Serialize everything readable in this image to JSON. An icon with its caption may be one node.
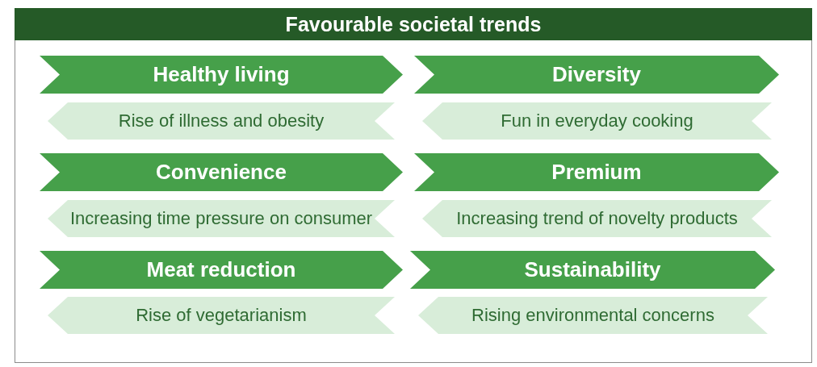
{
  "diagram": {
    "nodes": [
      {
        "text": [
          "Favourable societal trends"
        ]
      },
      {
        "text": [
          "Healthy living"
        ],
        "in": 0
      },
      {
        "text": [
          "Diversity"
        ],
        "in": 0
      },
      {
        "text": [
          "Rise of illness and obesity"
        ],
        "in": 0
      },
      {
        "text": [
          "Fun in everyday cooking"
        ],
        "in": 0
      },
      {
        "text": [
          "Convenience"
        ],
        "in": 0
      },
      {
        "text": [
          "Premium"
        ],
        "in": 0
      },
      {
        "text": [
          "Increasing time pressure on consumer"
        ],
        "in": 0
      },
      {
        "text": [
          "Increasing trend of novelty products"
        ],
        "in": 0
      },
      {
        "text": [
          "Meat reduction"
        ],
        "in": 0
      },
      {
        "text": [
          "Sustainability"
        ],
        "in": 0
      },
      {
        "text": [
          "Rise of vegetarianism"
        ],
        "in": 0
      },
      {
        "text": [
          "Rising environmental concerns"
        ],
        "in": 0
      }
    ]
  }
}
